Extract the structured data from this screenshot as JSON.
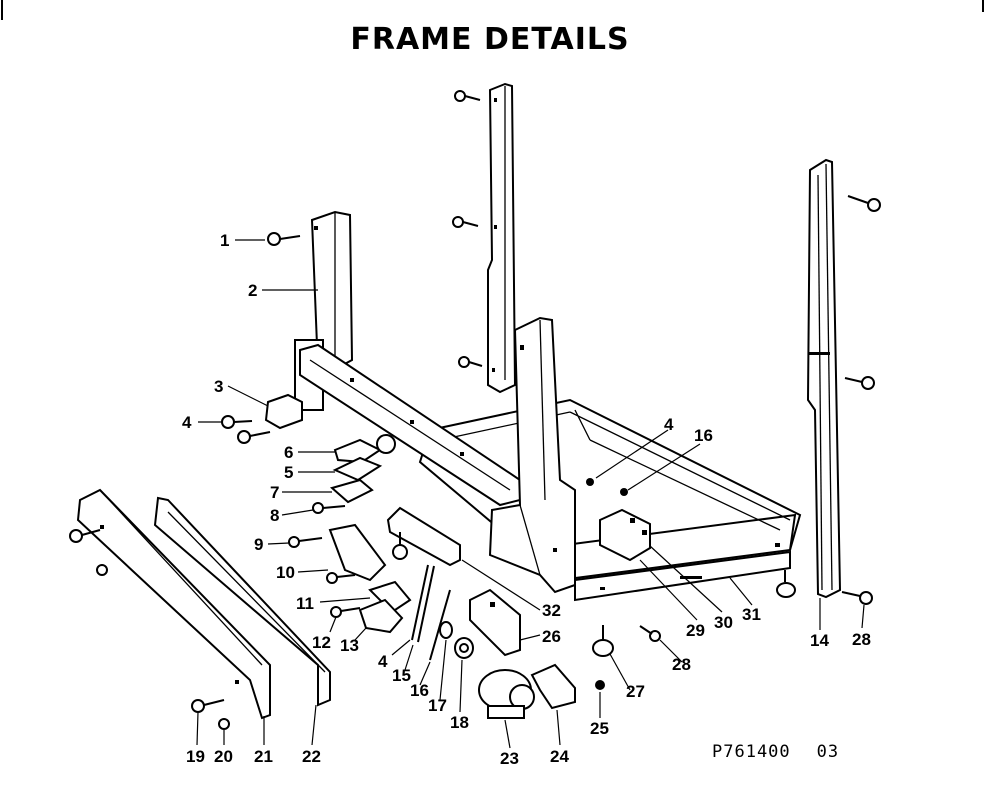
{
  "title": "FRAME DETAILS",
  "reference": {
    "code": "P761400",
    "sheet": "03"
  },
  "callouts": [
    "1",
    "2",
    "3",
    "4",
    "6",
    "5",
    "7",
    "8",
    "9",
    "10",
    "11",
    "12",
    "13",
    "4",
    "15",
    "16",
    "17",
    "18",
    "19",
    "20",
    "21",
    "22",
    "23",
    "24",
    "25",
    "27",
    "28",
    "26",
    "32",
    "29",
    "30",
    "31",
    "14",
    "28",
    "4",
    "16"
  ]
}
